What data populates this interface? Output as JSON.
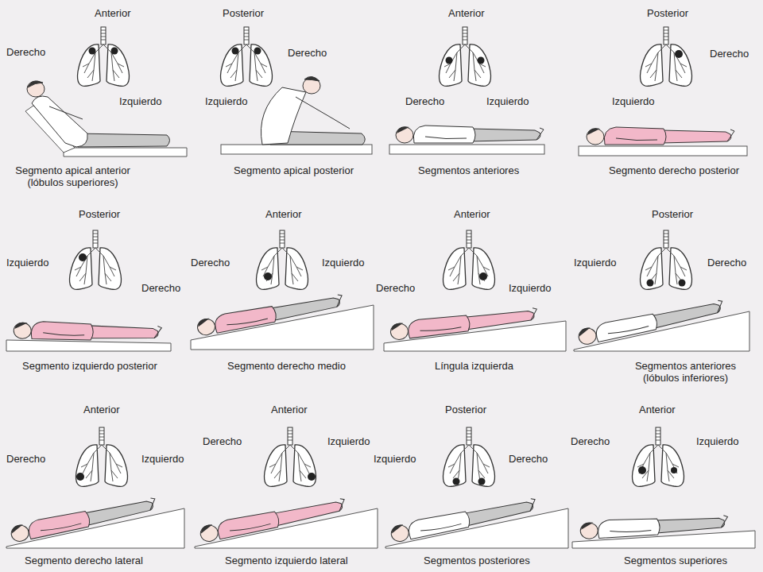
{
  "diagram": {
    "labels": [
      "Anterior",
      "Derecho",
      "Izquierdo",
      "Segmento apical anterior (lóbulos superiores)",
      "Posterior",
      "Derecho",
      "Izquierdo",
      "Segmento apical posterior",
      "Anterior",
      "Derecho",
      "Izquierdo",
      "Segmentos anteriores",
      "Posterior",
      "Derecho",
      "Izquierdo",
      "Segmento derecho posterior",
      "Posterior",
      "Izquierdo",
      "Derecho",
      "Segmento izquierdo posterior",
      "Anterior",
      "Derecho",
      "Izquierdo",
      "Segmento derecho medio",
      "Anterior",
      "Derecho",
      "Izquierdo",
      "Língula izquierda",
      "Posterior",
      "Izquierdo",
      "Derecho",
      "Segmentos anteriores (lóbulos inferiores)",
      "Anterior",
      "Derecho",
      "Izquierdo",
      "Segmento derecho lateral",
      "Anterior",
      "Derecho",
      "Izquierdo",
      "Segmento izquierdo lateral",
      "Posterior",
      "Izquierdo",
      "Derecho",
      "Segmentos posteriores",
      "Anterior",
      "Derecho",
      "Izquierdo",
      "Segmentos superiores"
    ]
  }
}
